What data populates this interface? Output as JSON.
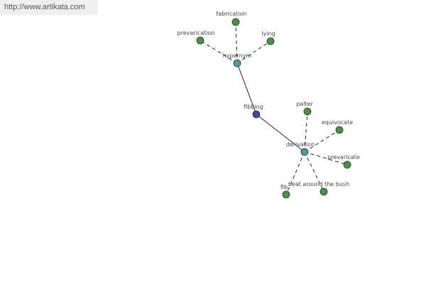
{
  "watermark": {
    "text": "http://www.artikata.com"
  },
  "colors": {
    "leaf": "#4e8f48",
    "relation": "#4e9aa0",
    "center": "#3c4a9a",
    "edge": "#222222"
  },
  "graph": {
    "nodes": [
      {
        "id": "fibbing",
        "label": "fibbing",
        "kind": "center"
      },
      {
        "id": "hypernym",
        "label": "hypernym",
        "kind": "relation"
      },
      {
        "id": "derivation",
        "label": "derivation",
        "kind": "relation"
      },
      {
        "id": "fabrication",
        "label": "fabrication",
        "kind": "leaf"
      },
      {
        "id": "prevarication",
        "label": "prevarication",
        "kind": "leaf"
      },
      {
        "id": "lying",
        "label": "lying",
        "kind": "leaf"
      },
      {
        "id": "palter",
        "label": "palter",
        "kind": "leaf"
      },
      {
        "id": "equivocate",
        "label": "equivocate",
        "kind": "leaf"
      },
      {
        "id": "prevaricate",
        "label": "prevaricate",
        "kind": "leaf"
      },
      {
        "id": "beat-around-the-bush",
        "label": "beat around the bush",
        "kind": "leaf"
      },
      {
        "id": "fib",
        "label": "fib",
        "kind": "leaf"
      }
    ],
    "edges": [
      {
        "from": "fibbing",
        "to": "hypernym",
        "style": "solid"
      },
      {
        "from": "fibbing",
        "to": "derivation",
        "style": "solid"
      },
      {
        "from": "hypernym",
        "to": "fabrication",
        "style": "dashed"
      },
      {
        "from": "hypernym",
        "to": "prevarication",
        "style": "dashed"
      },
      {
        "from": "hypernym",
        "to": "lying",
        "style": "dashed"
      },
      {
        "from": "derivation",
        "to": "palter",
        "style": "dashed"
      },
      {
        "from": "derivation",
        "to": "equivocate",
        "style": "dashed"
      },
      {
        "from": "derivation",
        "to": "prevaricate",
        "style": "dashed"
      },
      {
        "from": "derivation",
        "to": "beat-around-the-bush",
        "style": "dashed"
      },
      {
        "from": "derivation",
        "to": "fib",
        "style": "dashed"
      }
    ]
  }
}
